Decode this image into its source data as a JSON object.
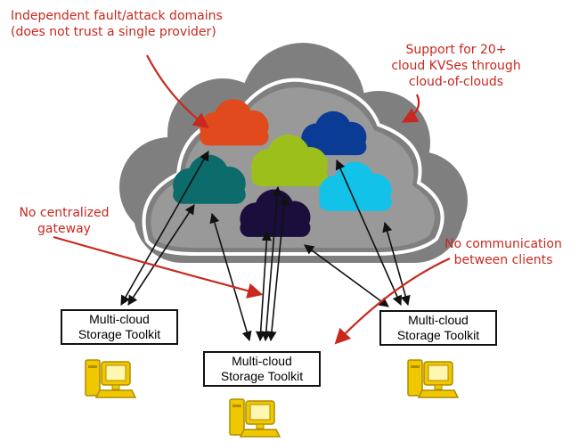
{
  "annotations": {
    "fault_domains": [
      "Independent fault/attack domains",
      "(does not trust a single provider)"
    ],
    "kvs_support": [
      "Support for 20+",
      "cloud KVSes through",
      "cloud-of-clouds"
    ],
    "no_gateway": [
      "No centralized",
      "gateway"
    ],
    "no_communication": [
      "No communication",
      "between clients"
    ]
  },
  "toolkits": [
    {
      "line1": "Multi-cloud",
      "line2": "Storage Toolkit"
    },
    {
      "line1": "Multi-cloud",
      "line2": "Storage Toolkit"
    },
    {
      "line1": "Multi-cloud",
      "line2": "Storage Toolkit"
    }
  ],
  "colors": {
    "annotation": "#c8281e",
    "outer_cloud": "#7f7f7f",
    "cloud_orange": "#e04a1c",
    "cloud_blue": "#0a3c96",
    "cloud_lime": "#9cbf1c",
    "cloud_teal": "#0c6c6c",
    "cloud_cyan": "#12c2e8",
    "cloud_navy": "#1a0e3c",
    "computer": "#f0c800"
  },
  "icons": [
    "cloud-icon",
    "computer-icon"
  ]
}
